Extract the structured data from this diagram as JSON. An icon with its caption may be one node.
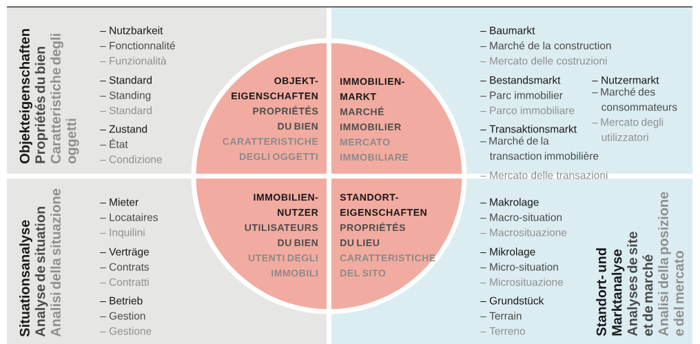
{
  "diagram": {
    "nodes": [
      {
        "text": [
          "Objekteigenschaften",
          "Propriétés du bien",
          "Caratteristiche degli oggetti"
        ]
      },
      {
        "text": [
          "OBJEKT- EIGENSCHAFTEN",
          "PROPRIÉTÉS DU BIEN",
          "CARATTERISTICHE DEGLI OGGETTI"
        ],
        "in": 0
      },
      {
        "text": [],
        "shape": "box"
      },
      {
        "text": [
          "IMMOBILIEN- MARKT",
          "MARCHÉ IMMOBILIER",
          "MERCATO IMMOBILIARE"
        ],
        "in": 2
      },
      {
        "text": [
          "Situationsanalyse",
          "Analyse de situation",
          "Analisi della situazione"
        ]
      },
      {
        "text": [
          "IMMOBILIEN- NUTZER",
          "UTILISATEURS DU BIEN",
          "UTENTI DEGLI IMMOBILI"
        ],
        "in": 4
      },
      {
        "text": [
          "Standort- und Marktanalyse",
          "Analyses de site et de marché",
          "Analisi della posizione e del mercato"
        ]
      },
      {
        "text": [
          "STANDORT- EIGENSCHAFTEN",
          "PROPRIÉTÉS DU LIEU",
          "CARATTERISTICHE DEL SITO"
        ],
        "in": 6
      }
    ],
    "labels": [
      "– Nutzbarkeit",
      "– Fonctionnalité",
      "– Funzionalità",
      "– Standard",
      "– Standing",
      "– Standard",
      "– Zustand",
      "– État",
      "– Condizione",
      "– Baumarkt",
      "– Marché de la construction",
      "– Mercato delle costruzioni",
      "– Bestandsmarkt",
      "– Parc immobilier",
      "– Parco immobiliare",
      "– Transaktionsmarkt",
      "– Marché de la transaction immobilière",
      "– Mercato delle transazioni",
      "– Nutzermarkt",
      "– Marché des consommateurs",
      "– Mercato degli utilizzatori",
      "– Mieter",
      "– Locataires",
      "– Inquilini",
      "– Verträge",
      "– Contrats",
      "– Contratti",
      "– Betrieb",
      "– Gestion",
      "– Gestione",
      "– Makrolage",
      "– Macro-situation",
      "– Macrosituazione",
      "– Mikrolage",
      "– Micro-situation",
      "– Microsituazione",
      "– Grundstück",
      "– Terrain",
      "– Terreno"
    ]
  }
}
